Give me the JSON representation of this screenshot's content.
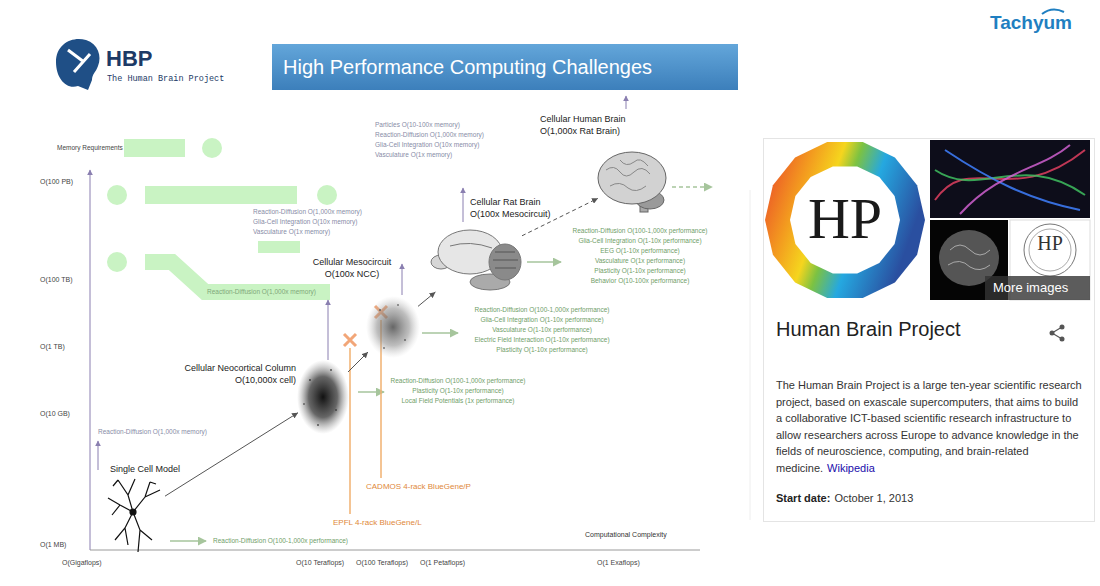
{
  "diagram": {
    "title": "High Performance Computing Challenges",
    "nodes": [
      {
        "text": [
          "Single Cell Model"
        ]
      },
      {
        "text": [
          "Cellular Neocortical Column",
          "O(10,000x cell)"
        ]
      },
      {
        "text": [
          "Cellular Mesocircuit",
          "O(100x NCC)"
        ]
      },
      {
        "text": [
          "Cellular Rat Brain",
          "O(100x Mesocircuit)"
        ]
      },
      {
        "text": [
          "Cellular Human Brain",
          "O(1,000x Rat Brain)"
        ]
      },
      {
        "text": [
          "Human Brain Project",
          "The Human Brain Project is a large ten-year scientific research project, based on exascale supercomputers, that aims to build a collaborative ICT-based scientific research infrastructure to allow researchers across Europe to advance knowledge in the fields of neuroscience, computing, and brain-related medicine.",
          "Wikipedia",
          "Start date:",
          "October 1, 2013"
        ]
      }
    ],
    "edges": [
      {
        "from": 0,
        "to": 1,
        "arrow": "to"
      },
      {
        "from": 1,
        "to": 2,
        "arrow": "to"
      },
      {
        "from": 2,
        "to": 3,
        "arrow": "to"
      },
      {
        "from": 3,
        "to": 4,
        "arrow": "to"
      }
    ],
    "labels": [
      "HBP",
      "The Human Brain Project",
      "Tachyum",
      "Memory Requirements",
      "O(100 PB)",
      "O(100 TB)",
      "O(1 TB)",
      "O(10 GB)",
      "O(1 MB)",
      "O(Gigaflops)",
      "O(10 Teraflops)",
      "O(100 Teraflops)",
      "O(1 Petaflops)",
      "O(1 Exaflops)",
      "Computational Complexity",
      "Reaction-Diffusion O(1,000x memory)",
      "Reaction-Diffusion O(100-1,000x performance)",
      "Reaction-Diffusion O(100-1,000x performance)",
      "Plasticity O(1-10x performance)",
      "Local Field Potentials (1x performance)",
      "Reaction-Diffusion O(100-1,000x performance)",
      "Glia-Cell Integration O(1-10x performance)",
      "Vasculature O(1-10x performance)",
      "Electric Field Interaction O(1-10x performance)",
      "Plasticity O(1-10x performance)",
      "Reaction-Diffusion O(100-1,000x performance)",
      "Glia-Cell Integration O(1-10x performance)",
      "EEG O(1-10x performance)",
      "Vasculature O(1x performance)",
      "Plasticity O(1-10x performance)",
      "Behavior O(10-100x performance)",
      "Reaction-Diffusion O(1,000x memory)",
      "Glia-Cell Integration O(10x memory)",
      "Vasculature O(1x memory)",
      "Reaction-Diffusion O(1,000x memory)",
      "Particles O(10-100x memory)",
      "Reaction-Diffusion O(1,000x memory)",
      "Glia-Cell Integration O(10x memory)",
      "Vasculature O(1x memory)",
      "EPFL 4-rack BlueGene/L",
      "CADMOS 4-rack BlueGene/P",
      "HP",
      "HP",
      "More images"
    ]
  }
}
